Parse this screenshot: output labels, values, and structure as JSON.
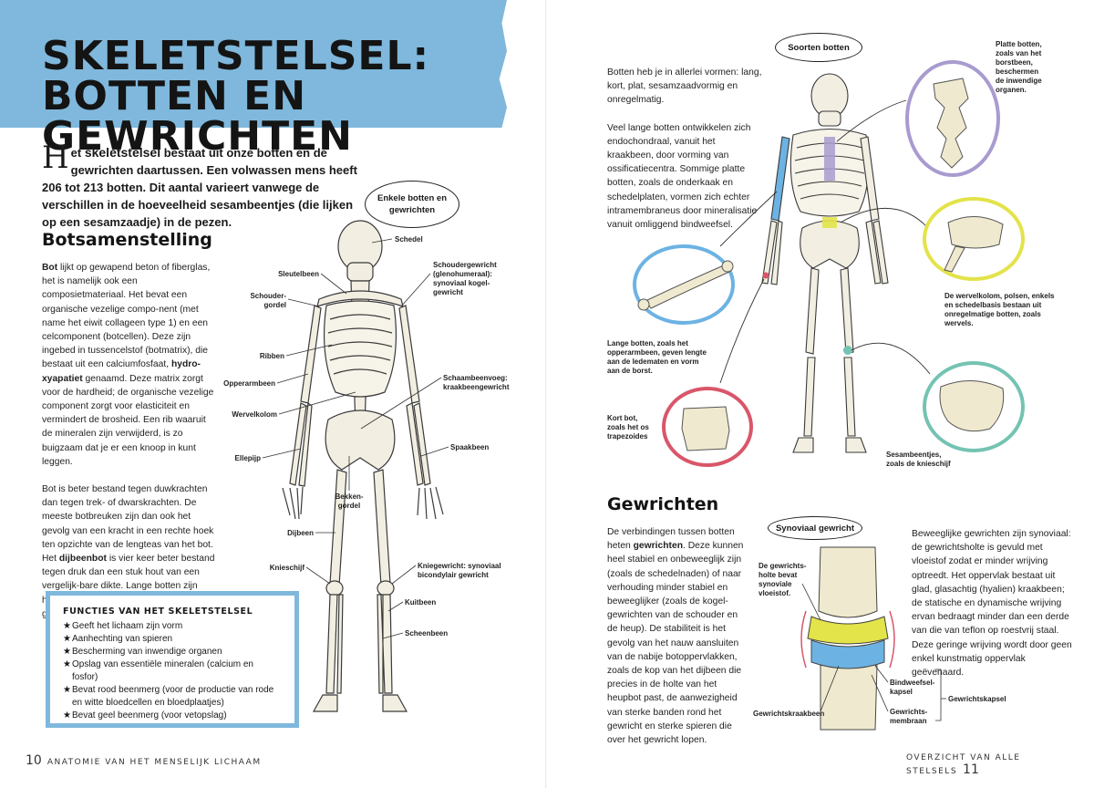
{
  "left_page": {
    "title_line1": "Skeletstelsel:",
    "title_line2": "botten en gewrichten",
    "intro_dropcap": "H",
    "intro_bold_term": "skeletstelsel",
    "intro_pre": "et ",
    "intro_post": " bestaat uit onze botten en de gewrichten daartussen. Een volwassen mens heeft 206 tot 213 botten. Dit aantal varieert vanwege de verschillen in de hoeveelheid sesambeentjes (die lijken op een sesamzaadje) in de pezen.",
    "section_heading": "Botsamenstelling",
    "para1_a": "Bot",
    "para1_b": " lijkt op gewapend beton of fiberglas, het is namelijk ook een composietmateriaal. Het bevat een organische vezelige compo-nent (met name het eiwit collageen type 1) en een celcomponent (botcellen). Deze zijn ingebed in tussencelstof (botmatrix), die bestaat uit een calciumfosfaat, ",
    "para1_c": "hydro-xyapatiet",
    "para1_d": " genaamd. Deze matrix zorgt voor de hardheid; de organische vezelige component zorgt voor elasticiteit en vermindert de brosheid. Een rib waaruit de mineralen zijn verwijderd, is zo buigzaam dat je er een knoop in kunt leggen.",
    "para2_a": "Bot is beter bestand tegen duwkrachten dan tegen trek- of dwarskrachten. De meeste botbreuken zijn dan ook het gevolg van een kracht in een rechte hoek ten opzichte van de lengteas van het bot. Het ",
    "para2_b": "dijbeenbot",
    "para2_c": " is vier keer beter bestand tegen druk dan een stuk hout van een vergelijk-bare dikte. Lange botten zijn hol, zodat de sterkte maximaal is en het gewicht zo laag mogelijk.",
    "skeleton_oval": "Enkele botten en gewrichten",
    "labels": {
      "schedel": "Schedel",
      "sleutelbeen": "Sleutelbeen",
      "schoudergordel": "Schouder-\ngordel",
      "schoudergewricht": "Schoudergewricht\n(glenohumeraal):\nsynoviaal kogel-\ngewricht",
      "ribben": "Ribben",
      "opperarmbeen": "Opperarmbeen",
      "schaambeenvoeg": "Schaambeenvoeg:\nkraakbeengewricht",
      "wervelkolom": "Wervelkolom",
      "ellepijp": "Ellepijp",
      "spaakbeen": "Spaakbeen",
      "bekkengordel": "Bekken-\ngordel",
      "dijbeen": "Dijbeen",
      "knieschijf": "Knieschijf",
      "kniegewricht": "Kniegewricht: synoviaal\nbicondylair gewricht",
      "kuitbeen": "Kuitbeen",
      "scheenbeen": "Scheenbeen"
    },
    "functions_title": "Functies van het skeletstelsel",
    "functions": [
      "Geeft het lichaam zijn vorm",
      "Aanhechting van spieren",
      "Bescherming van inwendige organen",
      "Opslag van essentiële mineralen (calcium en fosfor)",
      "Bevat rood beenmerg (voor de productie van rode en witte bloedcellen en bloedplaatjes)",
      "Bevat geel beenmerg (voor vetopslag)"
    ],
    "footer_num": "10",
    "footer_text": "Anatomie van het menselijk lichaam"
  },
  "right_page": {
    "para1": "Botten heb je in allerlei vormen: lang, kort, plat, sesamzaadvormig en onregelmatig.",
    "para2": "Veel lange botten ontwikkelen zich endochondraal, vanuit het kraakbeen, door vorming van ossificatiecentra. Sommige platte botten, zoals de onderkaak en schedelplaten, vormen zich echter intramembraneus door mineralisatie vanuit omliggend bindweefsel.",
    "soorten_oval": "Soorten botten",
    "platte_botten": "Platte botten,\nzoals van het\nborstbeen,\nbeschermen\nde inwendige\norganen.",
    "onregelmatig": "De wervelkolom, polsen, enkels\nen schedelbasis bestaan uit\nonregelmatige botten, zoals\nwervels.",
    "lange_botten": "Lange botten, zoals het\nopperarmbeen, geven lengte\naan de ledematen en vorm\naan de borst.",
    "kort_bot": "Kort bot,\nzoals het os\ntrapezoides",
    "sesambeentjes": "Sesambeentjes,\nzoals de knieschijf",
    "gewrichten_heading": "Gewrichten",
    "gew_a": "De verbindingen tussen botten heten ",
    "gew_b": "gewrichten",
    "gew_c": ". Deze kunnen heel stabiel en onbeweeglijk zijn (zoals de schedelnaden) of naar verhouding minder stabiel en beweeglijker (zoals de kogel-gewrichten van de schouder en de heup). De stabiliteit is het gevolg van het nauw aansluiten van de nabije botoppervlakken, zoals de kop van het dijbeen die precies in de holte van het heupbot past, de aanwezigheid van sterke banden rond het gewricht en sterke spieren die over het gewricht lopen.",
    "synoviaal_oval": "Synoviaal gewricht",
    "gewrichtsholte": "De gewrichts-\nholte bevat\nsynoviale\nvloeistof.",
    "bindweefselkapsel": "Bindweefsel-\nkapsel",
    "gewrichtskapsel": "Gewrichtskapsel",
    "gewrichtsmembraan": "Gewrichts-\nmembraan",
    "gewrichtskraakbeen": "Gewrichtskraakbeen",
    "beweeglijk": "Beweeglijke gewrichten zijn synoviaal: de gewrichtsholte is gevuld met vloeistof zodat er minder wrijving optreedt. Het oppervlak bestaat uit glad, glasachtig (hyalien) kraakbeen; de statische en dynamische wrijving ervan bedraagt minder dan een derde van die van teflon op roestvrij staal. Deze geringe wrijving wordt door geen enkel kunstmatig oppervlak geëvenaard.",
    "footer_text": "Overzicht van alle stelsels",
    "footer_num": "11"
  },
  "colors": {
    "banner_blue": "#7fb8dc",
    "purple": "#a99bd0",
    "yellow": "#e3e34a",
    "blue": "#6cb3e3",
    "red": "#d9566a",
    "teal": "#74c3b3",
    "bone": "#efe9cf"
  }
}
